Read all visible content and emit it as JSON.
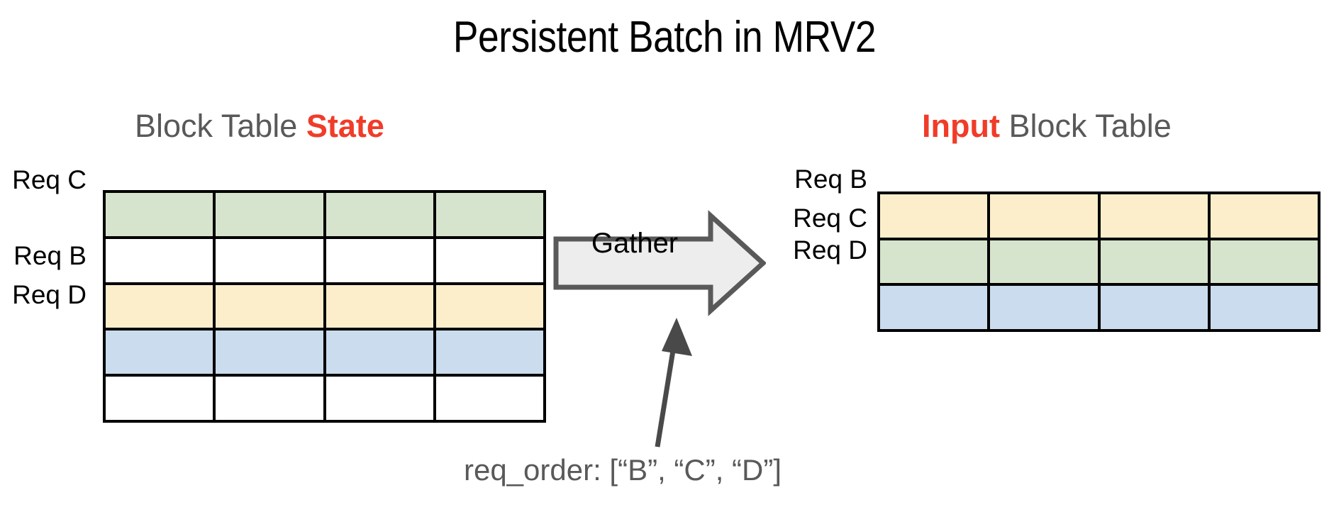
{
  "title": "Persistent Batch in MRV2",
  "colors": {
    "accent_red": "#f03c28",
    "heading_gray": "#595959",
    "row_green": "#d7e4cd",
    "row_yellow": "#fceecb",
    "row_blue": "#cadced",
    "border_black": "#000000",
    "arrow_fill": "#ededed",
    "arrow_stroke": "#595959"
  },
  "state_panel": {
    "heading_plain": "Block Table ",
    "heading_accent": "State",
    "row_labels": [
      {
        "text": "Req C"
      },
      {
        "text": "Req B"
      },
      {
        "text": "Req D"
      }
    ],
    "columns": 4,
    "rows": [
      {
        "label": "Req C",
        "color": "green",
        "cells": [
          "",
          "",
          "",
          ""
        ]
      },
      {
        "label": "",
        "color": "empty",
        "cells": [
          "",
          "",
          "",
          ""
        ]
      },
      {
        "label": "Req B",
        "color": "yellow",
        "cells": [
          "",
          "",
          "",
          ""
        ]
      },
      {
        "label": "Req D",
        "color": "blue",
        "cells": [
          "",
          "",
          "",
          ""
        ]
      },
      {
        "label": "",
        "color": "empty",
        "cells": [
          "",
          "",
          "",
          ""
        ]
      }
    ]
  },
  "input_panel": {
    "heading_accent": "Input",
    "heading_plain": " Block Table",
    "row_labels": [
      {
        "text": "Req B"
      },
      {
        "text": "Req C"
      },
      {
        "text": "Req D"
      }
    ],
    "columns": 4,
    "rows": [
      {
        "label": "Req B",
        "color": "yellow",
        "cells": [
          "",
          "",
          "",
          ""
        ]
      },
      {
        "label": "Req C",
        "color": "green",
        "cells": [
          "",
          "",
          "",
          ""
        ]
      },
      {
        "label": "Req D",
        "color": "blue",
        "cells": [
          "",
          "",
          "",
          ""
        ]
      }
    ]
  },
  "gather": {
    "label": "Gather"
  },
  "caption": {
    "text": "req_order: [“B”, “C”, “D”]"
  }
}
